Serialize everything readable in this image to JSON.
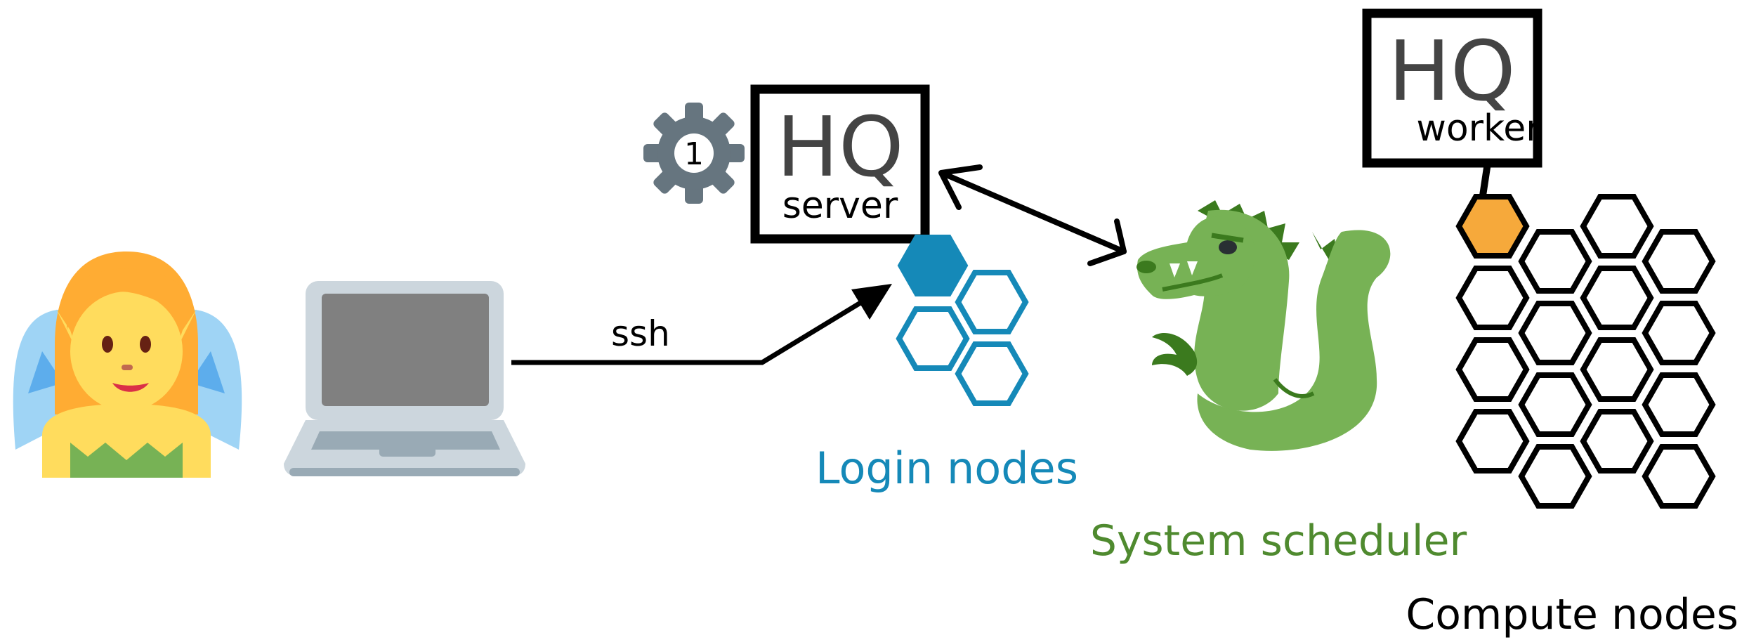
{
  "labels": {
    "ssh": "ssh",
    "hq_server_title": "HQ",
    "hq_server_sub": "server",
    "hq_worker_title": "HQ",
    "hq_worker_sub": "worker",
    "gear_number": "1",
    "login_nodes": "Login nodes",
    "system_scheduler": "System scheduler",
    "compute_nodes": "Compute nodes"
  },
  "colors": {
    "login_blue": "#1589b8",
    "scheduler_green": "#4f8a2f",
    "worker_orange": "#f6a93b",
    "gear_gray": "#66757f",
    "fairy_hair": "#ffac33",
    "fairy_skin": "#ffdc5d",
    "dragon_green": "#77b255"
  },
  "icons": [
    "fairy-user-icon",
    "laptop-icon",
    "gear-icon",
    "dragon-icon"
  ]
}
